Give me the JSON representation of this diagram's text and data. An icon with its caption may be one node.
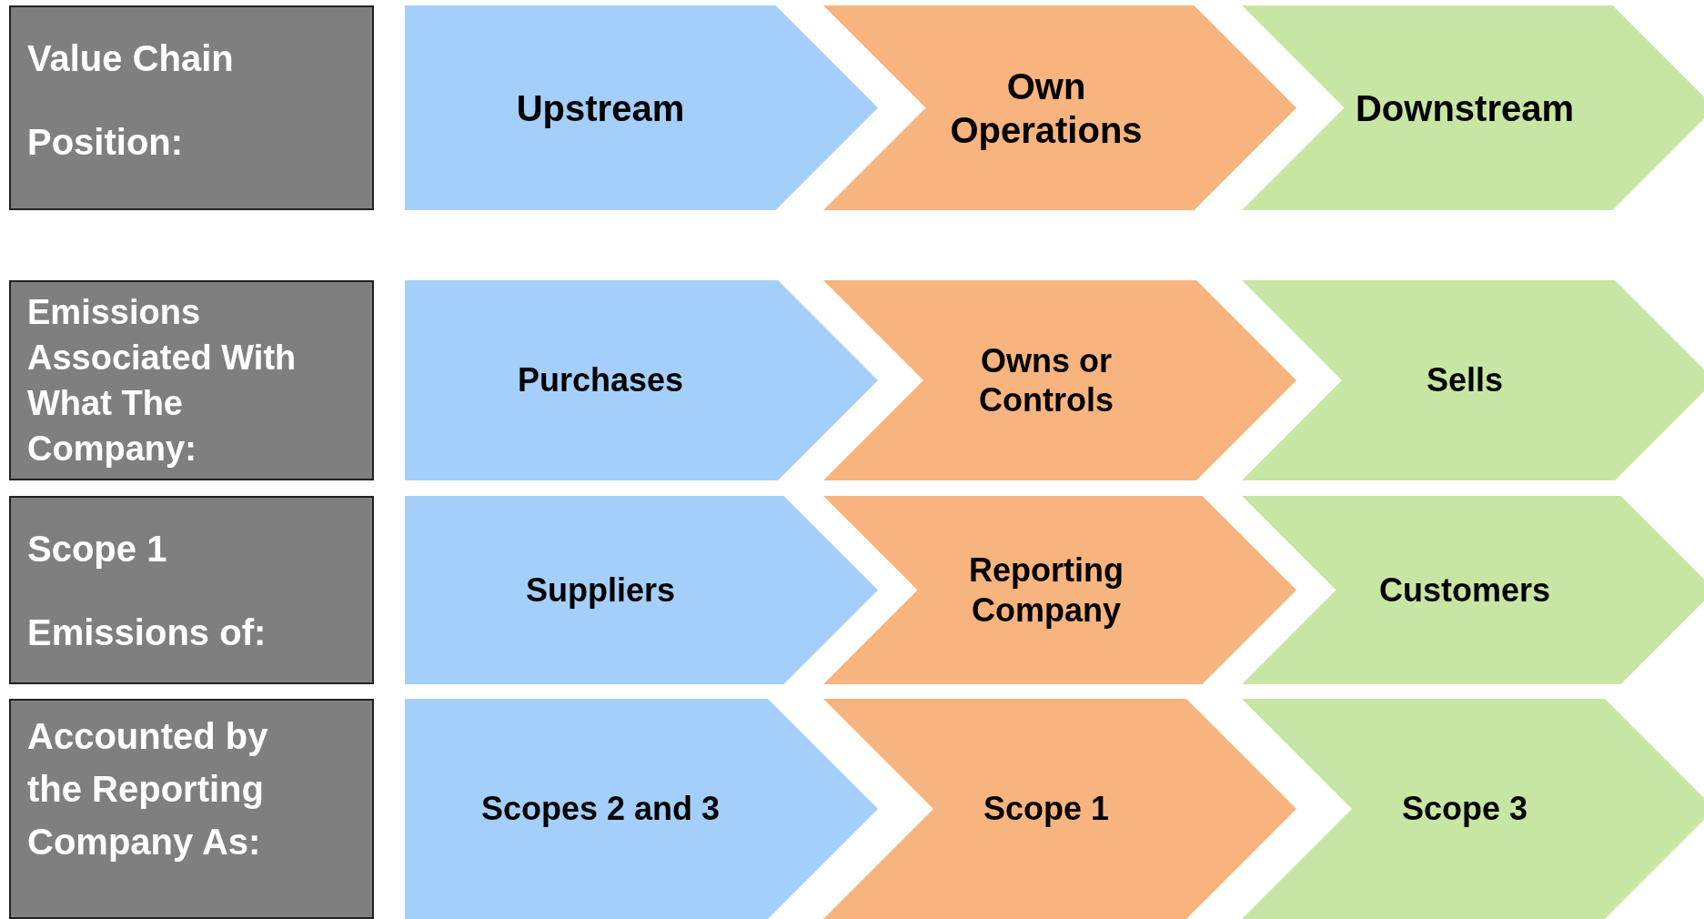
{
  "diagram": {
    "nodes": [
      {
        "text": [
          "Value Chain Position:"
        ]
      },
      {
        "text": [
          "Upstream"
        ]
      },
      {
        "text": [
          "Own Operations"
        ]
      },
      {
        "text": [
          "Downstream"
        ]
      },
      {
        "text": [
          "Emissions Associated With What The Company:"
        ]
      },
      {
        "text": [
          "Purchases"
        ]
      },
      {
        "text": [
          "Owns or Controls"
        ]
      },
      {
        "text": [
          "Sells"
        ]
      },
      {
        "text": [
          "Scope 1 Emissions of:"
        ]
      },
      {
        "text": [
          "Suppliers"
        ]
      },
      {
        "text": [
          "Reporting Company"
        ]
      },
      {
        "text": [
          "Customers"
        ]
      },
      {
        "text": [
          "Accounted by the Reporting Company As:"
        ]
      },
      {
        "text": [
          "Scopes 2 and 3"
        ]
      },
      {
        "text": [
          "Scope 1"
        ]
      },
      {
        "text": [
          "Scope 3"
        ]
      }
    ]
  }
}
